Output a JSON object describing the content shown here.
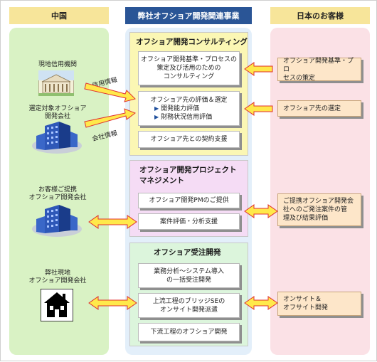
{
  "headers": {
    "china": "中国",
    "business": "弊社オフショア開発関連事業",
    "customer": "日本のお客様"
  },
  "left": {
    "credit_org": "現地信用機関",
    "selected_company": [
      "選定対象オフショア",
      "開発会社"
    ],
    "partner_company": [
      "お客様ご提携",
      "オフショア開発会社"
    ],
    "own_company": [
      "弊社現地",
      "オフショア開発会社"
    ],
    "credit_info": "信用情報",
    "company_info": "会社情報"
  },
  "sections": {
    "consulting": {
      "title": "オフショア開発コンサルティング",
      "box1": [
        "オフショア開発基準・プロセスの",
        "策定及び活用のための",
        "コンサルティング"
      ],
      "box2_title": "オフショア先の評価＆選定",
      "box2_items": [
        "開発能力評価",
        "財務状況信用評価"
      ],
      "box3": "オフショア先との契約支援"
    },
    "pm": {
      "title": [
        "オフショア開発プロジェクト",
        "マネジメント"
      ],
      "box1": "オフショア開発PMのご提供",
      "box2": "案件評価・分析支援"
    },
    "contract": {
      "title": "オフショア受注開発",
      "box1": [
        "業務分析～システム導入",
        "の一括受注開発"
      ],
      "box2": [
        "上流工程のブリッジSEの",
        "オンサイト開発派遣"
      ],
      "box3": "下流工程のオフショア開発"
    }
  },
  "right": {
    "box1": [
      "オフショア開発基準・プロ",
      "セスの策定"
    ],
    "box2": "オフショア先の選定",
    "box3": [
      "ご提携オフショア開発会",
      "社へのご発注案件の管",
      "理及び結果評価"
    ],
    "box4": [
      "オンサイト＆",
      "オフサイト開発"
    ]
  },
  "colors": {
    "left_col": "#d9f2c4",
    "center_col": "#e3effa",
    "right_col": "#fbe1e6",
    "header_left": "#f7e59a",
    "header_center": "#2a5596",
    "header_right": "#f7e59a",
    "consult_bg": "#fbf7b4",
    "pm_bg": "#f5dcf5",
    "contract_bg": "#dcf5dc",
    "arrow_fill": "#ffe94a",
    "arrow_stroke": "#e03030"
  }
}
